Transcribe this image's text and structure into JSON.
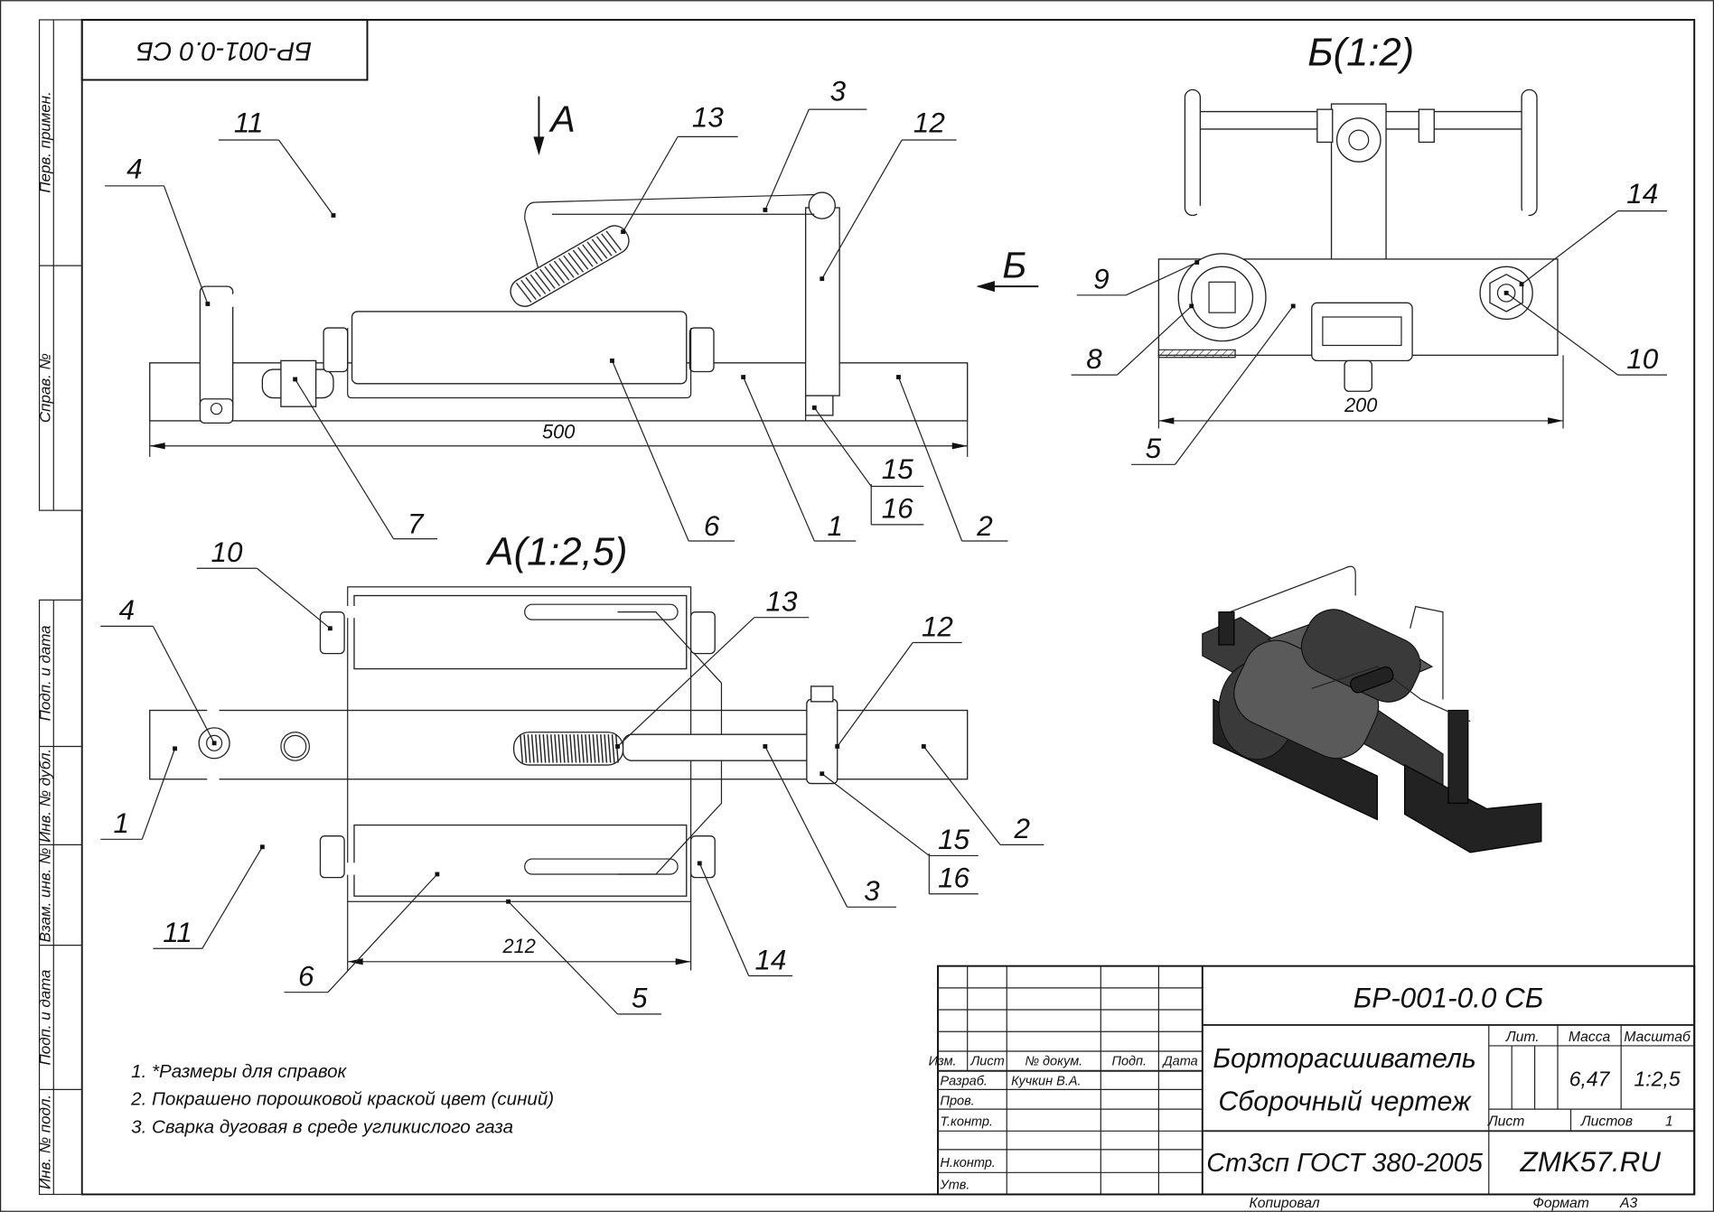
{
  "frame": {
    "stamp_rotated": "БР-001-0.0  СБ",
    "side_columns": [
      "Перв. примен.",
      "Справ. №",
      "Подп. и дата",
      "Инв. № дубл.",
      "Взам. инв. №",
      "Подп. и дата",
      "Инв. № подл."
    ]
  },
  "views": {
    "arrow_a": "А",
    "arrow_b": "Б",
    "view_b_title": "Б(1:2)",
    "view_a_title": "А(1:2,5)"
  },
  "dimensions": {
    "length": "500",
    "width_b": "200",
    "width_a": "212"
  },
  "callouts": {
    "side": [
      "4",
      "11",
      "13",
      "3",
      "12",
      "7",
      "6",
      "1",
      "15",
      "16",
      "2"
    ],
    "view_b": [
      "14",
      "9",
      "8",
      "10",
      "5"
    ],
    "view_a": [
      "10",
      "4",
      "13",
      "12",
      "1",
      "11",
      "6",
      "5",
      "14",
      "3",
      "15",
      "16",
      "2"
    ]
  },
  "notes": [
    "1.  *Размеры для справок",
    "2. Покрашено порошковой краской цвет (синий)",
    "3. Сварка дуговая в среде угликислого газа"
  ],
  "title_block": {
    "designation": "БР-001-0.0  СБ",
    "name_line1": "Борторасшиватель",
    "name_line2": "Сборочный чертеж",
    "material": "Ст3сп ГОСТ 380-2005",
    "company": "ZMK57.RU",
    "headers": {
      "izm": "Изм.",
      "list": "Лист",
      "doc": "№ докум.",
      "sign": "Подп.",
      "date": "Дата"
    },
    "roles": {
      "developer": "Разраб.",
      "checker": "Пров.",
      "tech_control": "Т.контр.",
      "norm_control": "Н.контр.",
      "approved": "Утв."
    },
    "developer_name": "Кучкин В.А.",
    "lit_label": "Лит.",
    "mass_label": "Масса",
    "scale_label": "Масштаб",
    "mass_value": "6,47",
    "scale_value": "1:2,5",
    "sheet_label": "Лист",
    "sheets_label": "Листов",
    "sheets_value": "1"
  },
  "footer": {
    "copied": "Копировал",
    "format_label": "Формат",
    "format_value": "А3"
  }
}
